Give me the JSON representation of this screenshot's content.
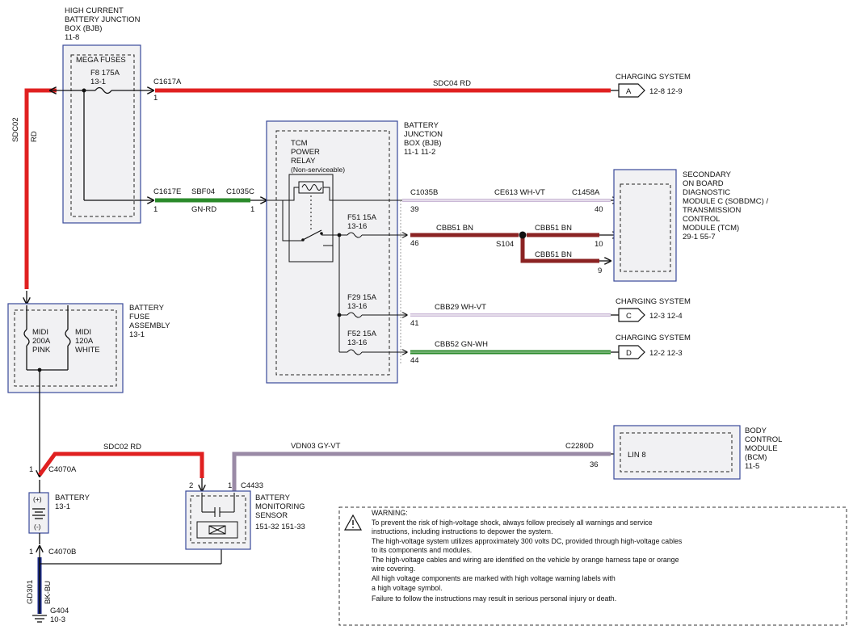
{
  "hcbjb": {
    "title": [
      "HIGH CURRENT",
      "BATTERY JUNCTION",
      "BOX (BJB)",
      "11-8"
    ],
    "mega": "MEGA FUSES",
    "fuse": "F8  175A",
    "fuse_ref": "13-1"
  },
  "bjb": {
    "title": [
      "BATTERY",
      "JUNCTION",
      "BOX (BJB)",
      "11-1    11-2"
    ]
  },
  "relay": {
    "title": [
      "TCM",
      "POWER",
      "RELAY"
    ],
    "note": "(Non-serviceable)"
  },
  "fuses": {
    "f51": "F51  15A",
    "f51_ref": "13-16",
    "f29": "F29  15A",
    "f29_ref": "13-16",
    "f52": "F52  15A",
    "f52_ref": "13-16"
  },
  "wires": {
    "sdc04": "SDC04   RD",
    "sbf04": "SBF04",
    "sbf04_color": "GN-RD",
    "ce613": "CE613   WH-VT",
    "cbb51a": "CBB51   BN",
    "cbb51b": "CBB51   BN",
    "cbb51c": "CBB51   BN",
    "cbb29": "CBB29   WH-VT",
    "cbb52": "CBB52   GN-WH",
    "sdc02_v": "SDC02",
    "sdc02_v_color": "RD",
    "sdc02_h": "SDC02   RD",
    "vdn03": "VDN03   GY-VT",
    "gd301": "GD301",
    "gd301_color": "BK-BU"
  },
  "connectors": {
    "c1617a": "C1617A",
    "c1617e": "C1617E",
    "c1035c": "C1035C",
    "c1035b": "C1035B",
    "c1458a": "C1458A",
    "c2280d": "C2280D",
    "c4070a": "C4070A",
    "c4070b": "C4070B",
    "c4433": "C4433",
    "s104": "S104"
  },
  "pins": {
    "p_c1617a": "1",
    "p_c1617e": "1",
    "p_c1035c": "1",
    "p39": "39",
    "p40": "40",
    "p46": "46",
    "p10": "10",
    "p9": "9",
    "p41": "41",
    "p44": "44",
    "p36": "36",
    "p_c4070a": "1",
    "p_c4070b": "1",
    "p2": "2",
    "p_c4433": "1"
  },
  "offpage": [
    {
      "label": "CHARGING SYSTEM",
      "letter": "A",
      "refs": "12-8   12-9"
    },
    {
      "label": "CHARGING SYSTEM",
      "letter": "C",
      "refs": "12-3   12-4"
    },
    {
      "label": "CHARGING SYSTEM",
      "letter": "D",
      "refs": "12-2   12-3"
    }
  ],
  "sobdmc": {
    "title": [
      "SECONDARY",
      "ON BOARD",
      "DIAGNOSTIC",
      "MODULE C (SOBDMC) /",
      "TRANSMISSION",
      "CONTROL",
      "MODULE (TCM)",
      "29-1    55-7"
    ]
  },
  "bfa": {
    "title": [
      "BATTERY",
      "FUSE",
      "ASSEMBLY",
      "13-1"
    ],
    "midi1": [
      "MIDI",
      "200A",
      "PINK"
    ],
    "midi2": [
      "MIDI",
      "120A",
      "WHITE"
    ]
  },
  "bcm": {
    "title": [
      "BODY",
      "CONTROL",
      "MODULE",
      "(BCM)",
      "11-5"
    ],
    "lin": "LIN 8"
  },
  "battery": {
    "title": [
      "BATTERY",
      "13-1"
    ],
    "plus": "(+)",
    "minus": "(-)"
  },
  "bms": {
    "title": [
      "BATTERY",
      "MONITORING",
      "SENSOR",
      "151-32  151-33"
    ]
  },
  "ground": {
    "name": "G404",
    "ref": "10-3"
  },
  "warning": {
    "lines": [
      "WARNING:",
      "To prevent the risk of high-voltage shock, always follow precisely all warnings and service",
      "instructions, including instructions to depower the system.",
      "The high-voltage system utilizes approximately 300 volts DC, provided through high-voltage cables",
      "to its components and modules.",
      "The high-voltage cables and wiring are identified on the vehicle by orange harness tape or orange",
      "wire covering.",
      "All high voltage components are marked with high voltage warning labels with",
      "a high voltage symbol.",
      "Failure to follow the instructions may result in serious personal injury or death."
    ]
  }
}
